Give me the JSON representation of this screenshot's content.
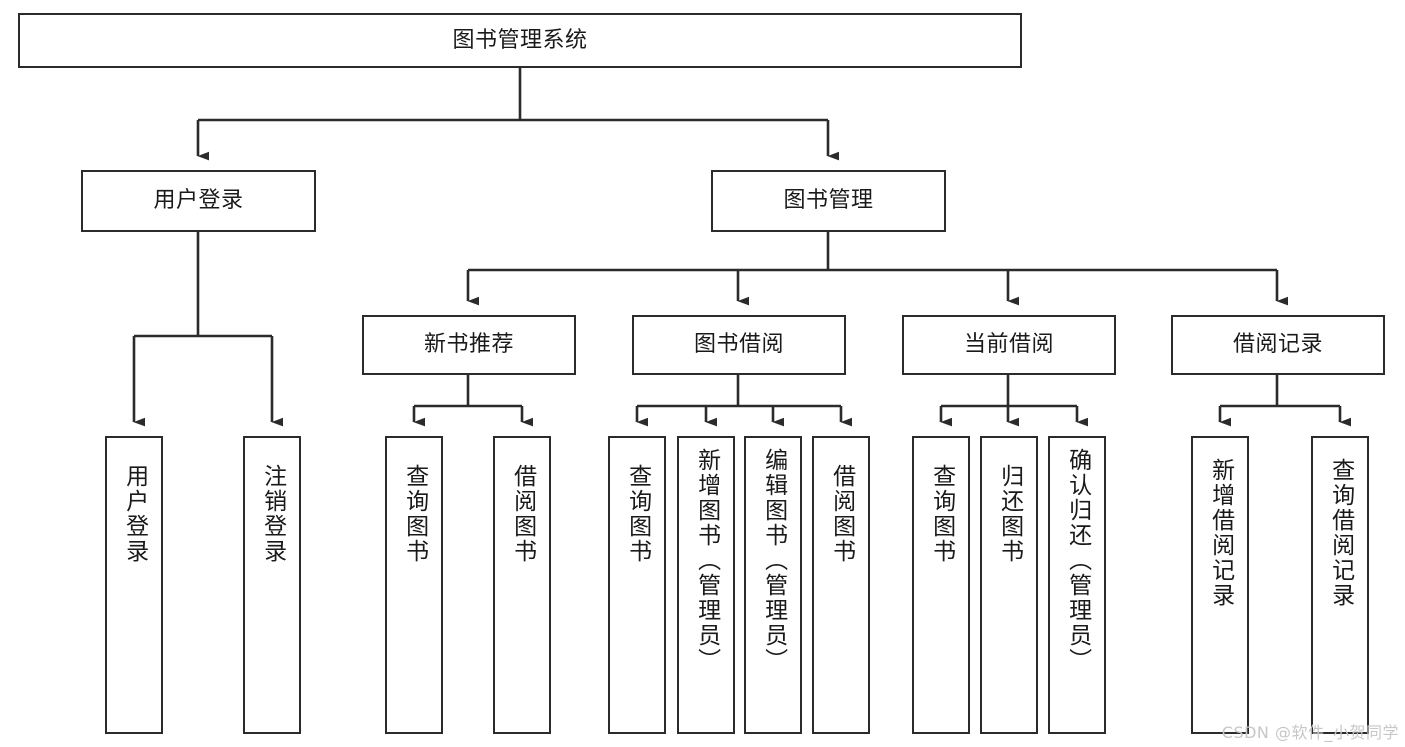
{
  "diagram": {
    "type": "tree",
    "title": "图书管理系统",
    "watermark": "CSDN @软件_小贺同学",
    "colors": {
      "box_border": "#2b2b2b",
      "box_fill": "#ffffff",
      "line": "#2b2b2b",
      "text": "#1a1a1a",
      "watermark": "#c7c7c7"
    },
    "root": {
      "label": "图书管理系统"
    },
    "level2": [
      {
        "label": "用户登录"
      },
      {
        "label": "图书管理"
      }
    ],
    "level3": [
      {
        "label": "新书推荐"
      },
      {
        "label": "图书借阅"
      },
      {
        "label": "当前借阅"
      },
      {
        "label": "借阅记录"
      }
    ],
    "leaves": {
      "user_login": [
        {
          "label": "用户登录"
        },
        {
          "label": "注销登录"
        }
      ],
      "new_book_recommend": [
        {
          "label": "查询图书"
        },
        {
          "label": "借阅图书"
        }
      ],
      "book_borrow": [
        {
          "label": "查询图书"
        },
        {
          "label": "新增图书（管理员）"
        },
        {
          "label": "编辑图书（管理员）"
        },
        {
          "label": "借阅图书"
        }
      ],
      "current_borrow": [
        {
          "label": "查询图书"
        },
        {
          "label": "归还图书"
        },
        {
          "label": "确认归还（管理员）"
        }
      ],
      "borrow_record": [
        {
          "label": "新增借阅记录"
        },
        {
          "label": "查询借阅记录"
        }
      ]
    }
  }
}
